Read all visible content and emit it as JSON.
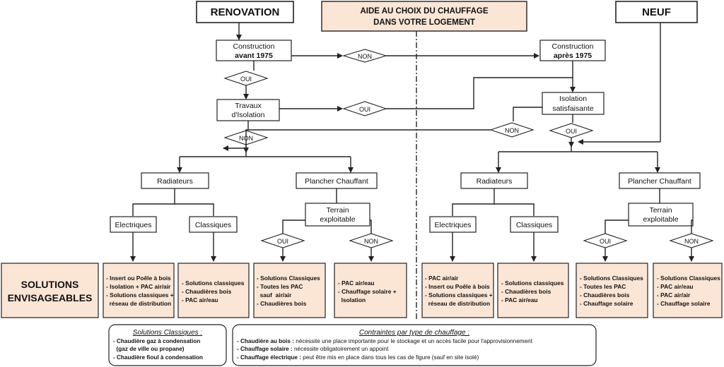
{
  "title": {
    "line1": "AIDE AU CHOIX DU CHAUFFAGE",
    "line2": "DANS VOTRE LOGEMENT"
  },
  "renovation": "RENOVATION",
  "neuf": "NEUF",
  "construction_label": "Construction",
  "avant": "avant 1975",
  "apres": "après 1975",
  "travaux": {
    "line1": "Travaux",
    "line2": "d'Isolation"
  },
  "isolation": {
    "line1": "Isolation",
    "line2": "satisfaisante"
  },
  "oui": "OUI",
  "non": "NON",
  "radiateurs": "Radiateurs",
  "plancher": "Plancher Chauffant",
  "terrain": {
    "line1": "Terrain",
    "line2": "exploitable"
  },
  "electriques": "Electriques",
  "classiques": "Classiques",
  "solutions_label": {
    "line1": "SOLUTIONS",
    "line2": "ENVISAGEABLES"
  },
  "solutions": [
    {
      "lines": [
        "- Insert ou Poêle à bois",
        "- Isolation + PAC air/air",
        "- Solutions classiques +",
        "  réseau de distribution"
      ]
    },
    {
      "lines": [
        "- Solutions classiques",
        "- Chaudières bois",
        "- PAC air/eau"
      ]
    },
    {
      "lines": [
        "- Solutions Classiques",
        "- Toutes les PAC",
        "  sauf  air/air",
        "- Chaudières bois"
      ]
    },
    {
      "lines": [
        "- PAC air/eau",
        "- Chauffage solaire +",
        "  Isolation"
      ]
    },
    {
      "lines": [
        "- PAC air/air",
        "- Insert ou Poêle à bois",
        "- Solutions classiques +",
        "  réseau de distribution"
      ]
    },
    {
      "lines": [
        "- Solutions classiques",
        "- Chaudières bois",
        "- PAC air/eau"
      ]
    },
    {
      "lines": [
        "- Solutions Classiques",
        "- Toutes les PAC",
        "- Chaudières bois",
        "- Chauffage solaire"
      ]
    },
    {
      "lines": [
        "- Solutions Classiques",
        "- PAC air/eau",
        "- PAC air/air",
        "- Chauffage solaire"
      ]
    }
  ],
  "legend_classiques": {
    "title": "Solutions Classiques :",
    "lines": [
      "- Chaudière gaz à condensation",
      "  (gaz de ville ou propane)",
      "- Chaudière fioul à condensation"
    ]
  },
  "legend_contraintes": {
    "title": "Contraintes par type de chauffage :",
    "items": [
      {
        "bold": "- Chaudière au bois :",
        "text": " nécessite une place importante pour le stockage et un accès facile pour l'approvisionnement"
      },
      {
        "bold": "- Chauffage solaire :",
        "text": " nécessite obligatoirement un appoint"
      },
      {
        "bold": "- Chauffage électrique :",
        "text": " peut être mis en place dans tous les cas de figure (sauf en site isolé)"
      }
    ]
  }
}
